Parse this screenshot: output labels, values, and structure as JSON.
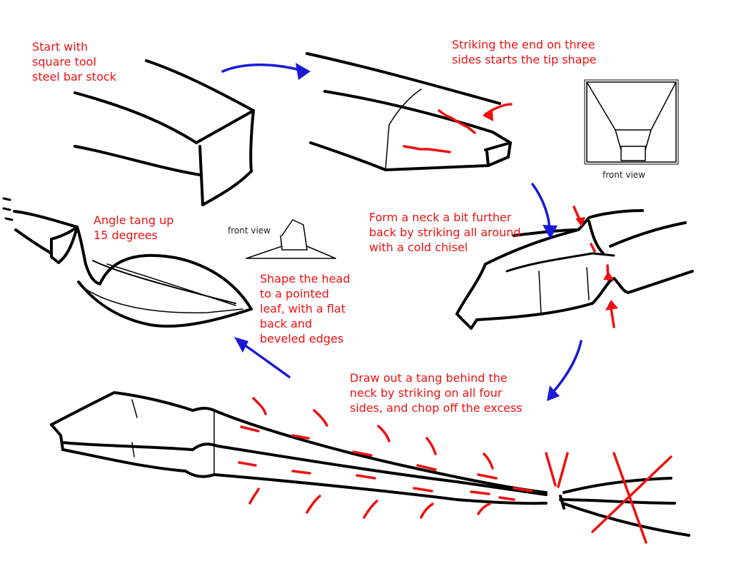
{
  "steps": [
    {
      "id": "step-1",
      "text": "Start with\nsquare tool\nsteel bar stock"
    },
    {
      "id": "step-2",
      "text": "Striking the end on three\nsides starts the tip shape"
    },
    {
      "id": "step-3",
      "text": "Form a neck a bit further\nback by striking all around\nwith a cold chisel"
    },
    {
      "id": "step-4",
      "text": "Draw out a tang behind the\nneck by striking on all four\nsides, and chop off the excess"
    },
    {
      "id": "step-5",
      "text": "Shape the head\nto a pointed\nleaf, with a flat\nback and\nbeveled edges"
    },
    {
      "id": "step-6",
      "text": "Angle tang up\n15 degrees"
    }
  ],
  "captions": {
    "front_view_tip": "front view",
    "front_view_head": "front view"
  },
  "colors": {
    "ink": "#000000",
    "annotation": "#ee1111",
    "flow_arrow": "#1a1ad6",
    "caption": "#222222"
  }
}
